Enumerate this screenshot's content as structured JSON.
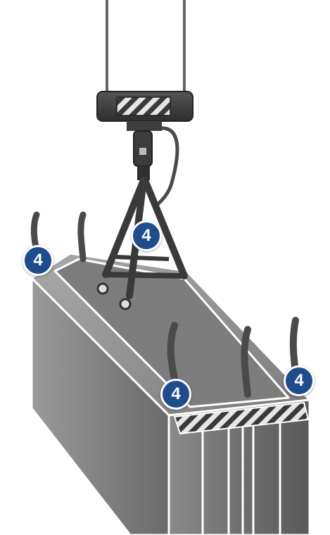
{
  "markers": [
    {
      "label": "4"
    },
    {
      "label": "4"
    },
    {
      "label": "4"
    },
    {
      "label": "4"
    }
  ],
  "colors": {
    "marker_fill": "#1f4d8c",
    "marker_border": "#ffffff",
    "steel_dark": "#3a3a3a",
    "steel_mid": "#6e6e6e",
    "steel_light": "#9a9a9a",
    "outline": "#ffffff"
  },
  "icons": [
    "crane-hook-icon",
    "lifting-clamp-icon",
    "battery-module-icon"
  ]
}
